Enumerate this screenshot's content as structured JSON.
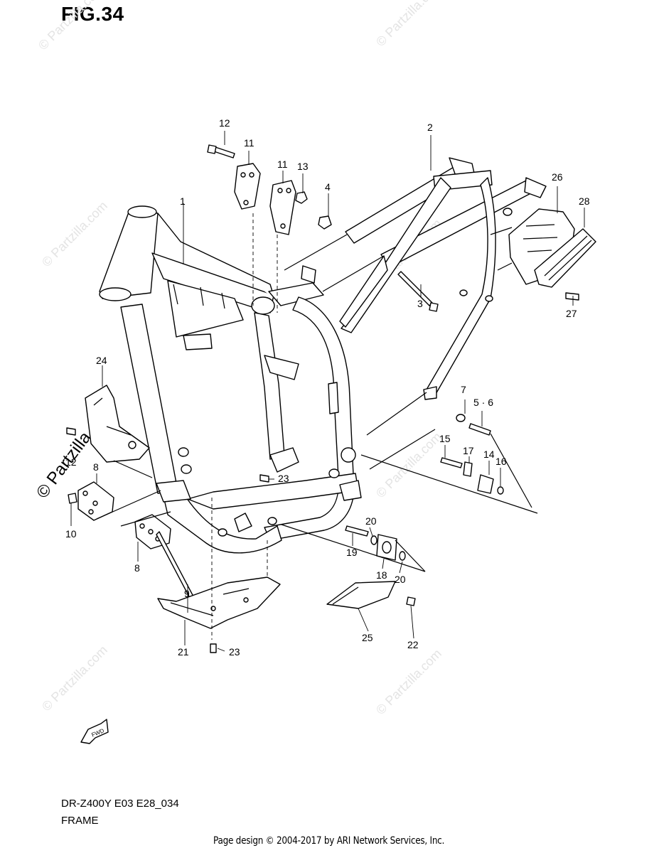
{
  "figure": {
    "title": "FIG.34"
  },
  "footer": {
    "model_code": "DR-Z400Y E03 E28_034",
    "section_name": "FRAME",
    "copyright": "Page design © 2004-2017 by ARI Network Services, Inc."
  },
  "watermark": {
    "text": "© Partzilla.com",
    "side_text": "© Partzilla.com"
  },
  "fwd_label": "FWD",
  "callouts": [
    {
      "id": "c1",
      "label": "1"
    },
    {
      "id": "c2",
      "label": "2"
    },
    {
      "id": "c3",
      "label": "3"
    },
    {
      "id": "c4",
      "label": "4"
    },
    {
      "id": "c56",
      "label": "5 · 6"
    },
    {
      "id": "c7",
      "label": "7"
    },
    {
      "id": "c8a",
      "label": "8"
    },
    {
      "id": "c8b",
      "label": "8"
    },
    {
      "id": "c9",
      "label": "9"
    },
    {
      "id": "c10",
      "label": "10"
    },
    {
      "id": "c11a",
      "label": "11"
    },
    {
      "id": "c11b",
      "label": "11"
    },
    {
      "id": "c12a",
      "label": "12"
    },
    {
      "id": "c12b",
      "label": "12"
    },
    {
      "id": "c13",
      "label": "13"
    },
    {
      "id": "c14",
      "label": "14"
    },
    {
      "id": "c15",
      "label": "15"
    },
    {
      "id": "c16",
      "label": "16"
    },
    {
      "id": "c17",
      "label": "17"
    },
    {
      "id": "c18",
      "label": "18"
    },
    {
      "id": "c19",
      "label": "19"
    },
    {
      "id": "c20a",
      "label": "20"
    },
    {
      "id": "c20b",
      "label": "20"
    },
    {
      "id": "c21",
      "label": "21"
    },
    {
      "id": "c22",
      "label": "22"
    },
    {
      "id": "c23a",
      "label": "23"
    },
    {
      "id": "c23b",
      "label": "23"
    },
    {
      "id": "c24",
      "label": "24"
    },
    {
      "id": "c25",
      "label": "25"
    },
    {
      "id": "c26",
      "label": "26"
    },
    {
      "id": "c27",
      "label": "27"
    },
    {
      "id": "c28",
      "label": "28"
    }
  ]
}
